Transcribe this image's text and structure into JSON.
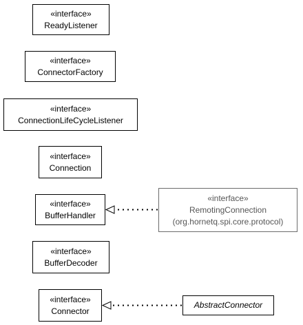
{
  "diagram": {
    "colors": {
      "border": "#000000",
      "external_border": "#6b6b6b",
      "external_text": "#555555"
    },
    "interfaces": [
      {
        "stereotype": "«interface»",
        "name": "ReadyListener"
      },
      {
        "stereotype": "«interface»",
        "name": "ConnectorFactory"
      },
      {
        "stereotype": "«interface»",
        "name": "ConnectionLifeCycleListener"
      },
      {
        "stereotype": "«interface»",
        "name": "Connection"
      },
      {
        "stereotype": "«interface»",
        "name": "BufferHandler"
      },
      {
        "stereotype": "«interface»",
        "name": "BufferDecoder"
      },
      {
        "stereotype": "«interface»",
        "name": "Connector"
      }
    ],
    "remoting_connection": {
      "stereotype": "«interface»",
      "name": "RemotingConnection",
      "package": "(org.hornetq.spi.core.protocol)"
    },
    "abstract_connector": {
      "name": "AbstractConnector"
    },
    "relations": [
      {
        "from": "RemotingConnection",
        "to": "BufferHandler",
        "type": "realization"
      },
      {
        "from": "AbstractConnector",
        "to": "Connector",
        "type": "realization"
      }
    ]
  }
}
